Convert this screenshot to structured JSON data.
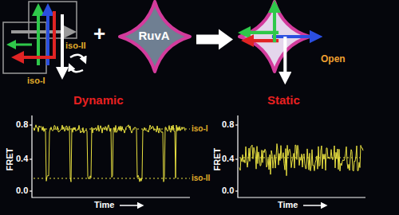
{
  "diagram": {
    "nodes": [
      {
        "text": [
          "RuvA"
        ]
      },
      {
        "text": [
          "Open"
        ]
      }
    ],
    "edges": [
      {
        "from": 0,
        "to": 1,
        "arrow": "to"
      }
    ],
    "labels": [
      "+",
      "iso-II",
      "iso-I",
      "Dynamic",
      "FRET",
      "0.8",
      "0.4",
      "0.0",
      "Time",
      "iso-I",
      "iso-II",
      "Static",
      "FRET",
      "0.8",
      "0.4",
      "0.0",
      "Time"
    ]
  }
}
